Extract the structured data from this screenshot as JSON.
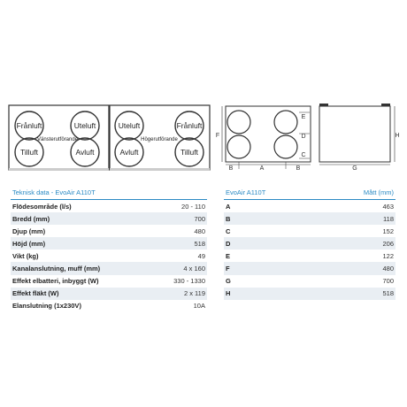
{
  "diagrams": {
    "left_unit": {
      "ports": [
        "Frånluft",
        "Uteluft",
        "Tilluft",
        "Avluft"
      ],
      "caption": "Vänsterutförande"
    },
    "right_unit": {
      "ports": [
        "Uteluft",
        "Frånluft",
        "Avluft",
        "Tilluft"
      ],
      "caption": "Högerutförande"
    },
    "front_view_letters": [
      "E",
      "D",
      "C",
      "F",
      "B",
      "A",
      "B"
    ],
    "side_view_letters": [
      "H",
      "G"
    ]
  },
  "tech_table": {
    "header": "Teknisk data - EvoAir A110T",
    "rows": [
      {
        "label": "Flödesområde (l/s)",
        "value": "20 - 110"
      },
      {
        "label": "Bredd (mm)",
        "value": "700"
      },
      {
        "label": "Djup (mm)",
        "value": "480"
      },
      {
        "label": "Höjd (mm)",
        "value": "518"
      },
      {
        "label": "Vikt (kg)",
        "value": "49"
      },
      {
        "label": "Kanalanslutning, muff (mm)",
        "value": "4 x 160"
      },
      {
        "label": "Effekt elbatteri, inbyggt (W)",
        "value": "330 - 1330"
      },
      {
        "label": "Effekt fläkt (W)",
        "value": "2 x 119"
      },
      {
        "label": "Elanslutning (1x230V)",
        "value": "10A"
      }
    ]
  },
  "dims_table": {
    "header_left": "EvoAir A110T",
    "header_right": "Mått (mm)",
    "rows": [
      {
        "label": "A",
        "value": "463"
      },
      {
        "label": "B",
        "value": "118"
      },
      {
        "label": "C",
        "value": "152"
      },
      {
        "label": "D",
        "value": "206"
      },
      {
        "label": "E",
        "value": "122"
      },
      {
        "label": "F",
        "value": "480"
      },
      {
        "label": "G",
        "value": "700"
      },
      {
        "label": "H",
        "value": "518"
      }
    ]
  }
}
